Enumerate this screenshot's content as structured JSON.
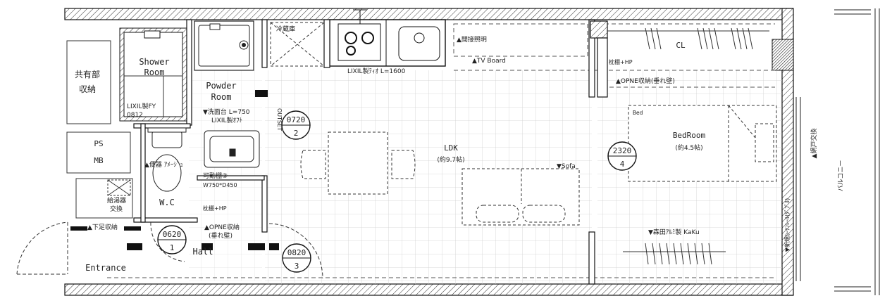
{
  "rooms": {
    "shower": [
      "Shower",
      "Room"
    ],
    "shower_product": [
      "LIXIL製FY",
      "0812"
    ],
    "powder": [
      "Powder",
      "Room"
    ],
    "storage_shared": [
      "共有部",
      "収納"
    ],
    "ps": "PS",
    "mb": "MB",
    "wc": "W.C",
    "hall": "Hall",
    "entrance": "Entrance",
    "ldk": "LDK",
    "ldk_size": "(約9.7帖)",
    "bedroom": "BedRoom",
    "bedroom_size": "(約4.5帖)",
    "bed": "Bed",
    "cl": "CL",
    "balcony": "バルコニー"
  },
  "notes": {
    "washer": "冷蔵庫",
    "kitchen": "LIXIL製ﾃｨｵ L=1600",
    "indirect_light": "▲間接照明",
    "tv_board": "▲TV Board",
    "sofa": "▼Sofa",
    "vanity": [
      "▼洗面台 L=750",
      "LIXIL製ｵﾌﾄ"
    ],
    "outset": "OUTSET",
    "toilet": "▲便器 ｱﾒｰｼﾞｭ",
    "shelf": [
      "可動棚③",
      "W750*D450"
    ],
    "shelf_hp": "枕棚+HP",
    "open_storage_hall": [
      "▲OPNE収納",
      "(垂れ壁)"
    ],
    "heater": [
      "給湯器",
      "交換"
    ],
    "shoe_storage": "▲下足収納",
    "bed_shelf": "枕棚+HP",
    "open_storage_bed": "▲OPNE収納(垂れ壁)",
    "pipe": "▼森田ｱﾙﾐ製 KaKu",
    "screen_door": "▲網戸交換",
    "curtain": "▼新規ｶｰﾃﾝﾚｰﾙ(ﾀﾞﾌﾞﾙ)"
  },
  "doors": [
    {
      "code": "0720",
      "num": "2"
    },
    {
      "code": "2320",
      "num": "4"
    },
    {
      "code": "0620",
      "num": "1"
    },
    {
      "code": "0820",
      "num": "3"
    }
  ]
}
